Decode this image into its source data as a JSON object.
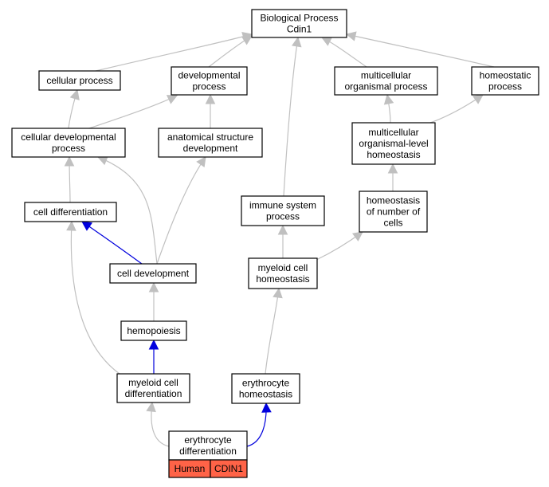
{
  "diagram": {
    "colors": {
      "edge_default": "#c0c0c0",
      "edge_highlight": "#0000dd",
      "node_border": "#000000",
      "node_fill": "#ffffff",
      "tag_fill": "#ff6347"
    },
    "nodes": [
      {
        "id": "biological_process",
        "lines": [
          "Biological Process",
          "Cdin1"
        ]
      },
      {
        "id": "cellular_process",
        "lines": [
          "cellular process"
        ]
      },
      {
        "id": "developmental_process",
        "lines": [
          "developmental",
          "process"
        ]
      },
      {
        "id": "multicellular_organismal_process",
        "lines": [
          "multicellular",
          "organismal process"
        ]
      },
      {
        "id": "homeostatic_process",
        "lines": [
          "homeostatic",
          "process"
        ]
      },
      {
        "id": "cellular_developmental_process",
        "lines": [
          "cellular developmental",
          "process"
        ]
      },
      {
        "id": "anatomical_structure_development",
        "lines": [
          "anatomical structure",
          "development"
        ]
      },
      {
        "id": "multicellular_organismal_level_homeostasis",
        "lines": [
          "multicellular",
          "organismal-level",
          "homeostasis"
        ]
      },
      {
        "id": "cell_differentiation",
        "lines": [
          "cell differentiation"
        ]
      },
      {
        "id": "immune_system_process",
        "lines": [
          "immune system",
          "process"
        ]
      },
      {
        "id": "homeostasis_of_number_of_cells",
        "lines": [
          "homeostasis",
          "of number of",
          "cells"
        ]
      },
      {
        "id": "cell_development",
        "lines": [
          "cell development"
        ]
      },
      {
        "id": "myeloid_cell_homeostasis",
        "lines": [
          "myeloid cell",
          "homeostasis"
        ]
      },
      {
        "id": "hemopoiesis",
        "lines": [
          "hemopoiesis"
        ]
      },
      {
        "id": "myeloid_cell_differentiation",
        "lines": [
          "myeloid cell",
          "differentiation"
        ]
      },
      {
        "id": "erythrocyte_homeostasis",
        "lines": [
          "erythrocyte",
          "homeostasis"
        ]
      },
      {
        "id": "erythrocyte_differentiation",
        "lines": [
          "erythrocyte",
          "differentiation"
        ],
        "tags": [
          "Human",
          "CDIN1"
        ]
      }
    ],
    "edges": [
      {
        "from": "cellular_process",
        "to": "biological_process",
        "highlight": false
      },
      {
        "from": "developmental_process",
        "to": "biological_process",
        "highlight": false
      },
      {
        "from": "immune_system_process",
        "to": "biological_process",
        "highlight": false
      },
      {
        "from": "multicellular_organismal_process",
        "to": "biological_process",
        "highlight": false
      },
      {
        "from": "homeostatic_process",
        "to": "biological_process",
        "highlight": false
      },
      {
        "from": "cellular_developmental_process",
        "to": "cellular_process",
        "highlight": false
      },
      {
        "from": "cellular_developmental_process",
        "to": "developmental_process",
        "highlight": false
      },
      {
        "from": "anatomical_structure_development",
        "to": "developmental_process",
        "highlight": false
      },
      {
        "from": "multicellular_organismal_level_homeostasis",
        "to": "multicellular_organismal_process",
        "highlight": false
      },
      {
        "from": "multicellular_organismal_level_homeostasis",
        "to": "homeostatic_process",
        "highlight": false
      },
      {
        "from": "cell_differentiation",
        "to": "cellular_developmental_process",
        "highlight": false
      },
      {
        "from": "cell_development",
        "to": "cellular_developmental_process",
        "highlight": false
      },
      {
        "from": "cell_development",
        "to": "anatomical_structure_development",
        "highlight": false
      },
      {
        "from": "homeostasis_of_number_of_cells",
        "to": "multicellular_organismal_level_homeostasis",
        "highlight": false
      },
      {
        "from": "cell_development",
        "to": "cell_differentiation",
        "highlight": true
      },
      {
        "from": "myeloid_cell_differentiation",
        "to": "cell_differentiation",
        "highlight": false
      },
      {
        "from": "myeloid_cell_homeostasis",
        "to": "immune_system_process",
        "highlight": false
      },
      {
        "from": "myeloid_cell_homeostasis",
        "to": "homeostasis_of_number_of_cells",
        "highlight": false
      },
      {
        "from": "hemopoiesis",
        "to": "cell_development",
        "highlight": false
      },
      {
        "from": "myeloid_cell_differentiation",
        "to": "hemopoiesis",
        "highlight": true
      },
      {
        "from": "erythrocyte_homeostasis",
        "to": "myeloid_cell_homeostasis",
        "highlight": false
      },
      {
        "from": "erythrocyte_differentiation",
        "to": "myeloid_cell_differentiation",
        "highlight": false
      },
      {
        "from": "erythrocyte_differentiation",
        "to": "erythrocyte_homeostasis",
        "highlight": true
      }
    ]
  }
}
